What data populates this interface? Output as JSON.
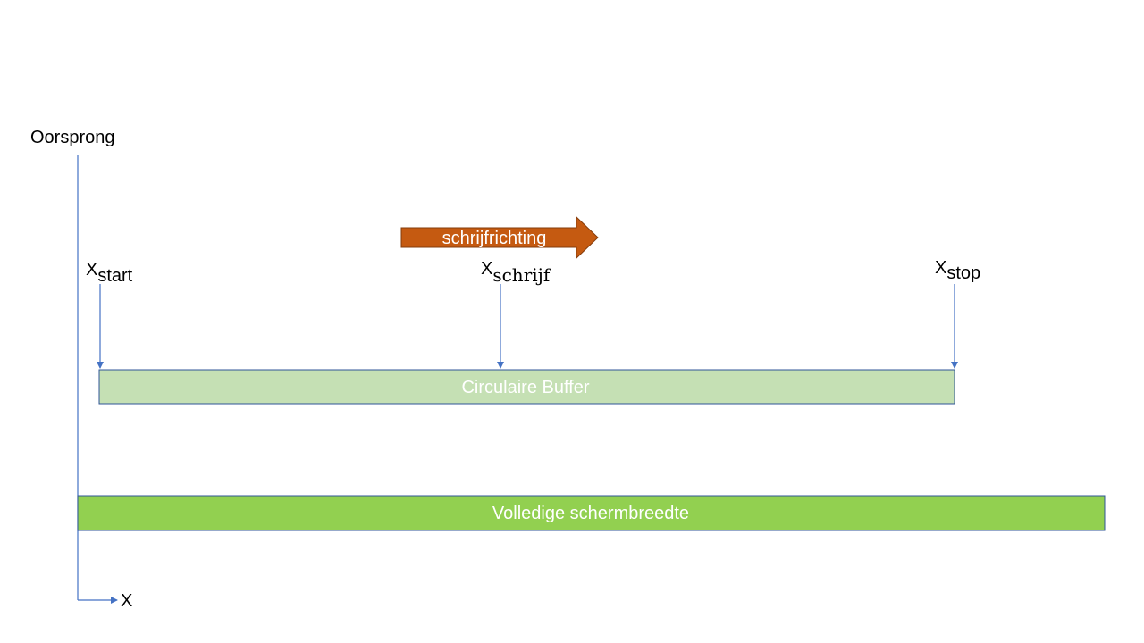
{
  "labels": {
    "origin": "Oorsprong",
    "x_axis": "X",
    "x_start_base": "X",
    "x_start_sub": "start",
    "x_write_base": "X",
    "x_write_sub": "schrijf",
    "x_stop_base": "X",
    "x_stop_sub": "stop",
    "write_direction": "schrijfrichting",
    "circular_buffer": "Circulaire Buffer",
    "full_screen_width": "Volledige schermbreedte"
  },
  "colors": {
    "axis_line": "#4472c4",
    "write_direction_arrow": "#c55a11",
    "circular_buffer_fill": "#c5e0b4",
    "full_width_fill": "#92d050",
    "box_border": "#2f5597",
    "box_text": "#ffffff",
    "label_text": "#000000"
  }
}
